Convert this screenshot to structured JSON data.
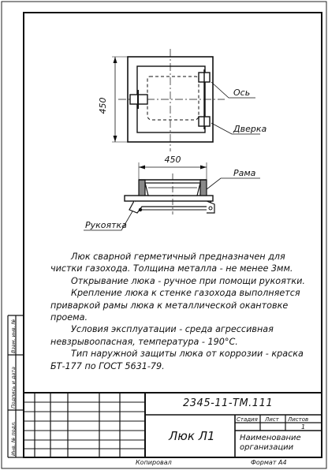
{
  "drawing": {
    "dimension_top": "450",
    "dimension_side": "450",
    "callouts": {
      "axis": "Ось",
      "door": "Дверка",
      "frame": "Рама",
      "handle": "Рукоятка"
    }
  },
  "notes": {
    "p1": "Люк сварной герметичный предназначен для чистки газохода. Толщина металла - не менее 3мм.",
    "p2": "Открывание люка - ручное при помощи рукоятки.",
    "p3": "Крепление люка к стенке газохода выполняется приваркой рамы люка к металлической окантовке проема.",
    "p4": "Условия эксплуатации - среда агрессивная невзрывоопасная, температура - 190°C.",
    "p5": "Тип наружной защиты люка от коррозии - краска БТ-177 по ГОСТ 5631-79."
  },
  "title_block": {
    "code": "2345-11-ТМ.111",
    "title": "Люк Л1",
    "stage_header": "Стадия",
    "sheet_header": "Лист",
    "sheets_header": "Листов",
    "sheets_value": "1",
    "organization": "Наименование организации"
  },
  "margin": {
    "label1": "Инв. № подл.",
    "label2": "Подпись и дата",
    "label3": "Взам. инв. №"
  },
  "footer": {
    "copied": "Копировал",
    "format": "Формат А4"
  }
}
